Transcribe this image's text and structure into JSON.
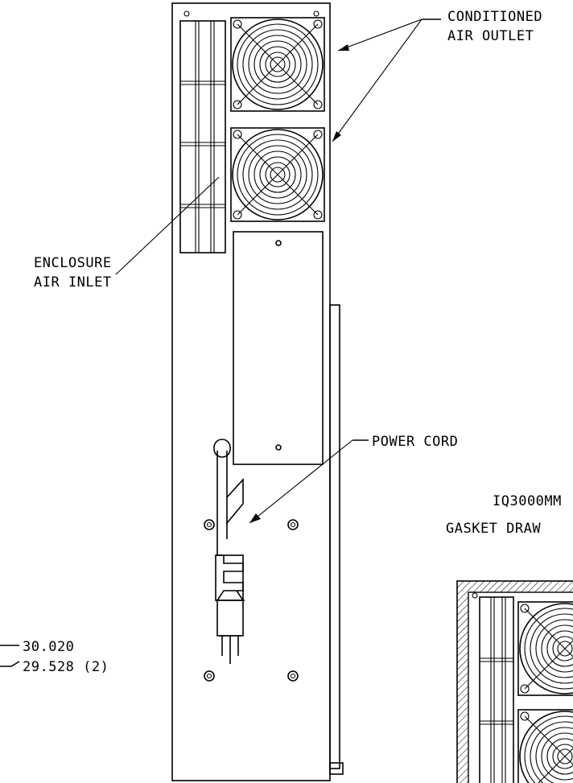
{
  "labels": {
    "conditioned_air_outlet_line1": "CONDITIONED",
    "conditioned_air_outlet_line2": "AIR OUTLET",
    "enclosure_air_inlet_line1": "ENCLOSURE",
    "enclosure_air_inlet_line2": "AIR INLET",
    "power_cord": "POWER CORD",
    "model_number": "IQ3000MM",
    "gasket_drawing": "GASKET DRAW",
    "dimension_1": "30.020",
    "dimension_2": "29.528 (2)"
  },
  "colors": {
    "line": "#000000",
    "background": "#ffffff"
  }
}
